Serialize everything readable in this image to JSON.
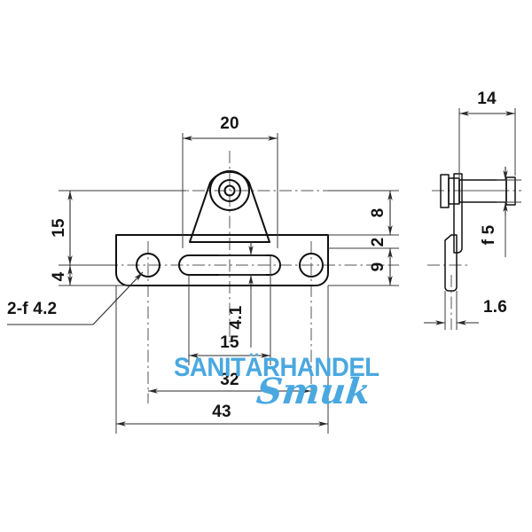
{
  "drawing": {
    "title": "Technical dimension drawing - bracket hinge with pin",
    "background_color": "#ffffff",
    "line_color": "#101010",
    "watermark_color": "#4aa8e0"
  },
  "watermark": {
    "line1": "SANITÄRHANDEL",
    "line2": "Smuk",
    "color": "#4aa8e0"
  },
  "front_view": {
    "name": "front-view",
    "dimensions": {
      "lug_width": "20",
      "height_overall": "15",
      "hole_center_height": "4",
      "slot_width": "4.1",
      "slot_length": "15",
      "hole_spacing": "32",
      "plate_length": "43"
    },
    "callout": {
      "hole_note": "2-f 4.2"
    }
  },
  "side_view": {
    "name": "side-view",
    "dimensions": {
      "pin_length": "14",
      "pin_diameter": "f 5",
      "plate_thickness": "1.6",
      "stack_top": "8",
      "stack_middle": "2",
      "stack_bottom": "9"
    }
  },
  "dimension_labels": [
    {
      "id": "d-20",
      "value": "20",
      "orientation": "horizontal"
    },
    {
      "id": "d-15v",
      "value": "15",
      "orientation": "vertical"
    },
    {
      "id": "d-4",
      "value": "4",
      "orientation": "vertical"
    },
    {
      "id": "d-note",
      "value": "2-f 4.2",
      "orientation": "horizontal"
    },
    {
      "id": "d-4p1",
      "value": "4.1",
      "orientation": "vertical"
    },
    {
      "id": "d-15h",
      "value": "15",
      "orientation": "horizontal"
    },
    {
      "id": "d-32",
      "value": "32",
      "orientation": "horizontal"
    },
    {
      "id": "d-43",
      "value": "43",
      "orientation": "horizontal"
    },
    {
      "id": "d-8",
      "value": "8",
      "orientation": "vertical"
    },
    {
      "id": "d-2",
      "value": "2",
      "orientation": "vertical"
    },
    {
      "id": "d-9",
      "value": "9",
      "orientation": "vertical"
    },
    {
      "id": "d-14",
      "value": "14",
      "orientation": "horizontal"
    },
    {
      "id": "d-f5",
      "value": "f 5",
      "orientation": "vertical"
    },
    {
      "id": "d-1p6",
      "value": "1.6",
      "orientation": "horizontal"
    }
  ]
}
